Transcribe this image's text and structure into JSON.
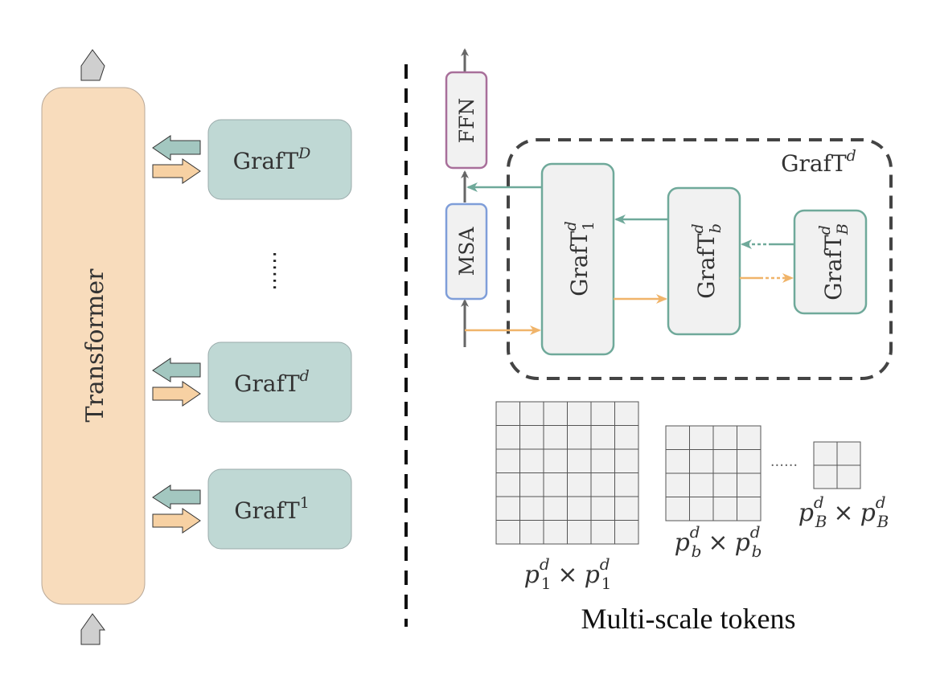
{
  "left": {
    "backbone_label": "Transformer",
    "modules": [
      {
        "base": "GrafT",
        "sup": "D"
      },
      {
        "base": "GrafT",
        "sup": "d"
      },
      {
        "base": "GrafT",
        "sup": "1"
      }
    ],
    "ellipsis": "......"
  },
  "right": {
    "ffn_label": "FFN",
    "msa_label": "MSA",
    "group_label": {
      "base": "GrafT",
      "sup": "d"
    },
    "branches": [
      {
        "base": "GrafT",
        "sup": "d",
        "sub": "1"
      },
      {
        "base": "GrafT",
        "sup": "d",
        "sub": "b"
      },
      {
        "base": "GrafT",
        "sup": "d",
        "sub": "B"
      }
    ],
    "token_grids": [
      {
        "size": 6,
        "label": {
          "p": "p",
          "sup": "d",
          "sub": "1"
        }
      },
      {
        "size": 4,
        "label": {
          "p": "p",
          "sup": "d",
          "sub": "b"
        }
      },
      {
        "size": 2,
        "label": {
          "p": "p",
          "sup": "d",
          "sub": "B"
        }
      }
    ],
    "times_symbol": "×",
    "grid_ellipsis": "......",
    "caption": "Multi-scale tokens"
  },
  "colors": {
    "transformer_fill": "#f8dcbc",
    "graft_fill": "#bfd8d4",
    "teal_arrow": "#a3c7c0",
    "orange_arrow": "#f7d1a3",
    "teal_line": "#6fa99a",
    "orange_line": "#f0b46a",
    "ffn_border": "#a86f9a",
    "msa_border": "#7f9ed9",
    "box_fill": "#f1f1f1"
  }
}
